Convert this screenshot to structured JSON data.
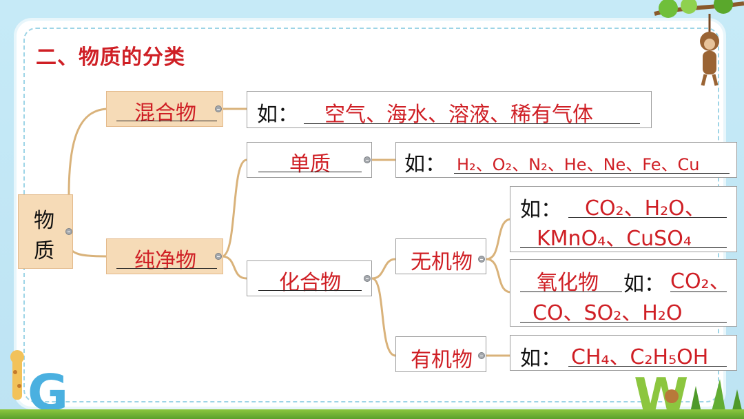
{
  "section_title": "二、物质的分类",
  "root": {
    "line1": "物",
    "line2": "质"
  },
  "mixture": {
    "label": "混合物",
    "example_prefix": "如：",
    "examples": "空气、海水、溶液、稀有气体"
  },
  "pure": {
    "label": "纯净物"
  },
  "element": {
    "label": "单质",
    "example_prefix": "如：",
    "examples": "H₂、O₂、N₂、He、Ne、Fe、Cu"
  },
  "compound": {
    "label": "化合物"
  },
  "inorganic": {
    "label": "无机物",
    "example_prefix": "如：",
    "examples_line1": "CO₂、H₂O、",
    "examples_line2": "KMnO₄、CuSO₄"
  },
  "oxide": {
    "label": "氧化物",
    "example_prefix": "如：",
    "examples_line1": "CO₂、",
    "examples_line2": "CO、SO₂、H₂O"
  },
  "organic": {
    "label": "有机物",
    "example_prefix": "如：",
    "examples": "CH₄、C₂H₅OH"
  },
  "colors": {
    "red": "#cf1f25",
    "connector": "#d9b27a",
    "node_fill": "#f6dbb7"
  }
}
